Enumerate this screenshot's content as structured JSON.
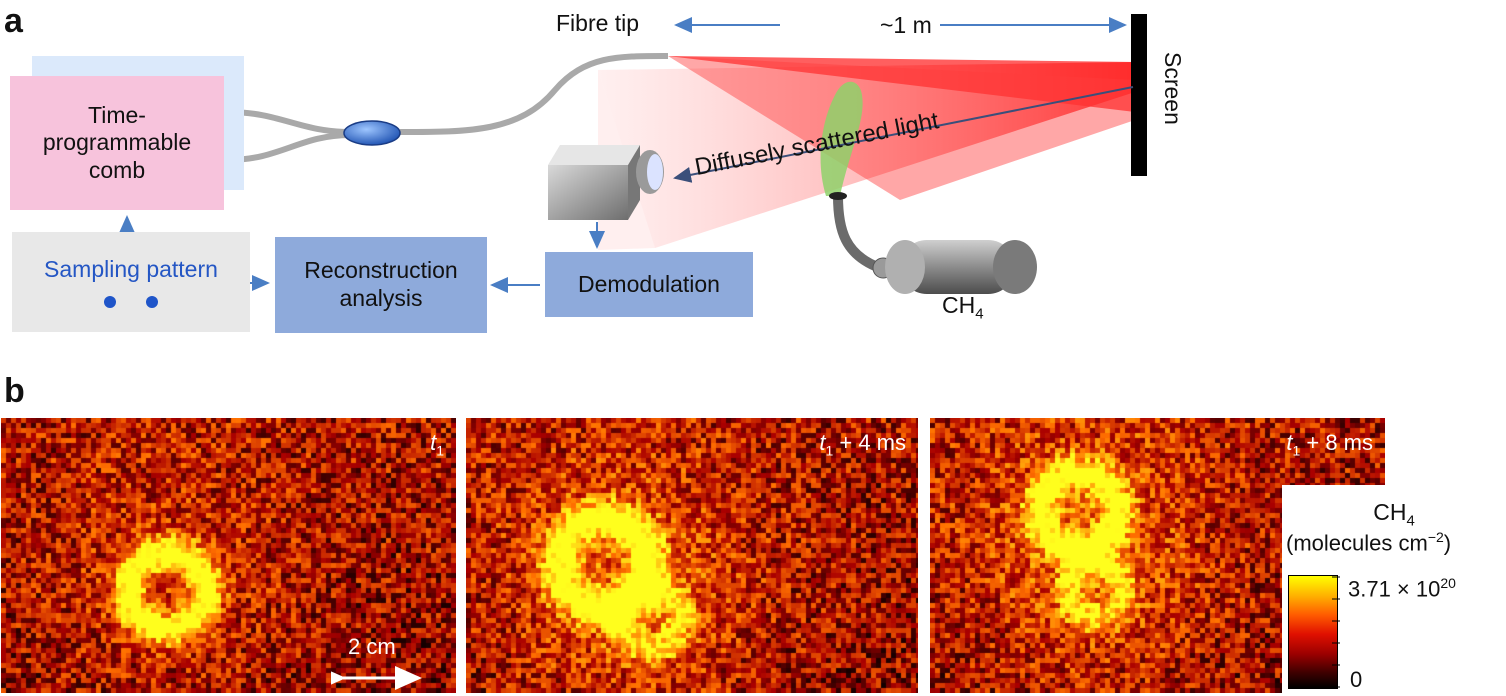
{
  "panel_a": {
    "letter": "a",
    "comb_label_line1": "Time-",
    "comb_label_line2": "programmable",
    "comb_label_line3": "comb",
    "sampling_label": "Sampling pattern",
    "reconstruction_line1": "Reconstruction",
    "reconstruction_line2": "analysis",
    "demodulation_label": "Demodulation",
    "fibre_tip_label": "Fibre tip",
    "distance_label": "~1 m",
    "screen_label": "Screen",
    "scattered_label": "Diffusely scattered light",
    "gas_label_main": "CH",
    "gas_label_sub": "4"
  },
  "panel_b": {
    "letter": "b",
    "frames": [
      {
        "t": "t",
        "t_sub": "1",
        "suffix": ""
      },
      {
        "t": "t",
        "t_sub": "1",
        "suffix": " + 4 ms"
      },
      {
        "t": "t",
        "t_sub": "1",
        "suffix": " + 8 ms"
      }
    ],
    "scale_bar_label": "2 cm",
    "colorbar": {
      "title_main": "CH",
      "title_sub": "4",
      "unit_prefix": "(molecules cm",
      "unit_sup": "−2",
      "unit_suffix": ")",
      "max_label": "3.71 × 10",
      "max_exp": "20",
      "min_label": "0"
    }
  },
  "colors": {
    "comb_fill": "#f7c3dc",
    "comb_shadow": "#dbe9fb",
    "sampling_fill": "#e8e8e8",
    "analysis_fill": "#8eaadb",
    "arrow": "#4a7ec4",
    "beam_red": "#ff2a2a",
    "plume_green": "#8fd16a"
  }
}
